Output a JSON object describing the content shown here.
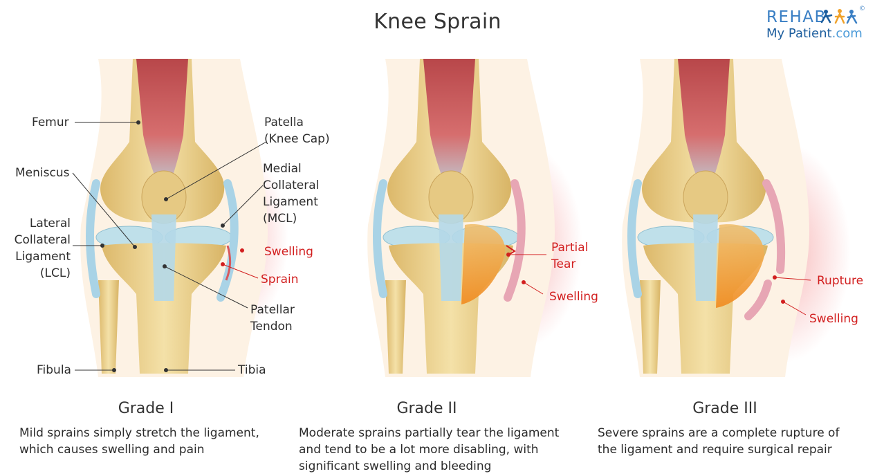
{
  "title": "Knee Sprain",
  "logo": {
    "line1": "REHAB",
    "line2_main": "My Patient",
    "line2_domain": ".com",
    "mark": "©"
  },
  "panels": [
    {
      "grade": "Grade I",
      "description": [
        "Mild sprains simply stretch the ligament,",
        "which causes swelling and pain"
      ]
    },
    {
      "grade": "Grade II",
      "description": [
        "Moderate sprains partially tear the ligament",
        "and tend to be a lot more disabling, with",
        "significant swelling and bleeding"
      ]
    },
    {
      "grade": "Grade III",
      "description": [
        "Severe sprains are a complete rupture of",
        "the ligament and require surgical repair"
      ]
    }
  ],
  "labels": {
    "femur": "Femur",
    "patella": "Patella\n(Knee Cap)",
    "meniscus": "Meniscus",
    "mcl": "Medial\nCollateral\nLigament\n(MCL)",
    "lcl": "Lateral\nCollateral\nLigament\n(LCL)",
    "swelling": "Swelling",
    "sprain": "Sprain",
    "patellar_tendon": "Patellar\nTendon",
    "fibula": "Fibula",
    "tibia": "Tibia",
    "partial_tear": "Partial\nTear",
    "rupture": "Rupture"
  },
  "colors": {
    "bone": "#efd79a",
    "bone_dark": "#d9b86a",
    "cartilage": "#bcdfe8",
    "ligament": "#a9d3e6",
    "muscle": "#c65a5a",
    "skin": "#fdf3e6",
    "swelling": "#f7c3c3",
    "bleeding": "#f4a030",
    "label_red": "#d21f1f"
  }
}
